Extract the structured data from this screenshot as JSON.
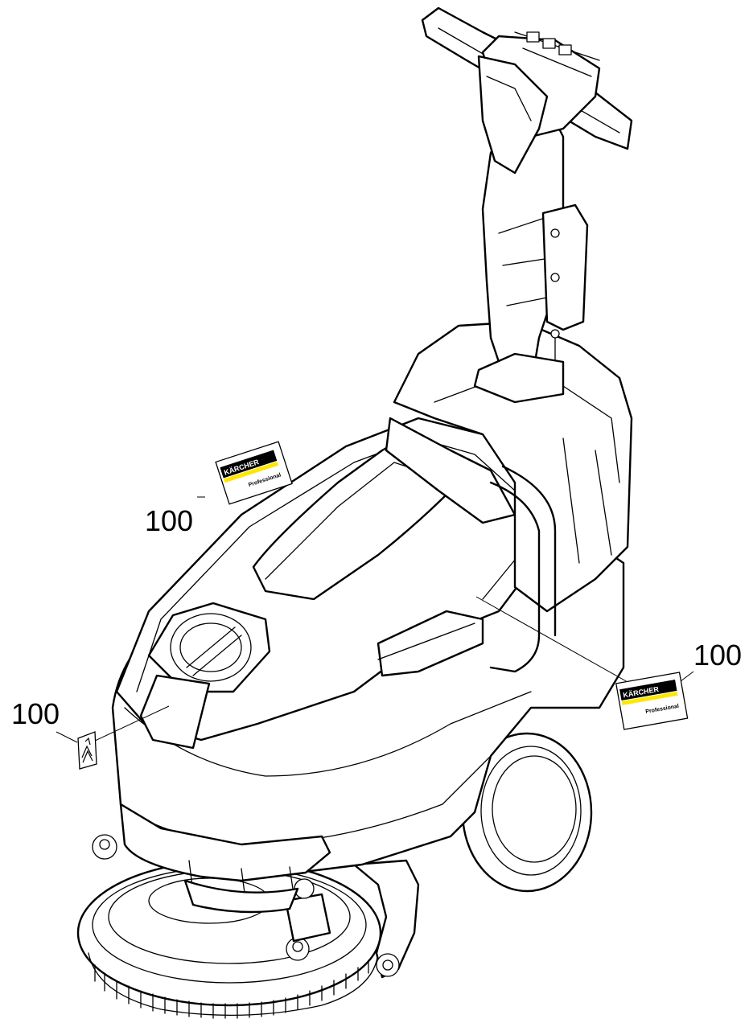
{
  "callouts": [
    {
      "id": "label-top-left",
      "text": "100"
    },
    {
      "id": "label-right",
      "text": "100"
    },
    {
      "id": "label-left",
      "text": "100"
    }
  ],
  "decals": [
    {
      "id": "decal-brand-top",
      "brand": "KÄRCHER",
      "sub": "Professional"
    },
    {
      "id": "decal-brand-right",
      "brand": "KÄRCHER",
      "sub": "Professional"
    },
    {
      "id": "decal-symbol",
      "icon": "arrows-symbol"
    }
  ],
  "colors": {
    "line": "#000000",
    "background": "#ffffff",
    "decal_yellow": "#ffe600"
  }
}
